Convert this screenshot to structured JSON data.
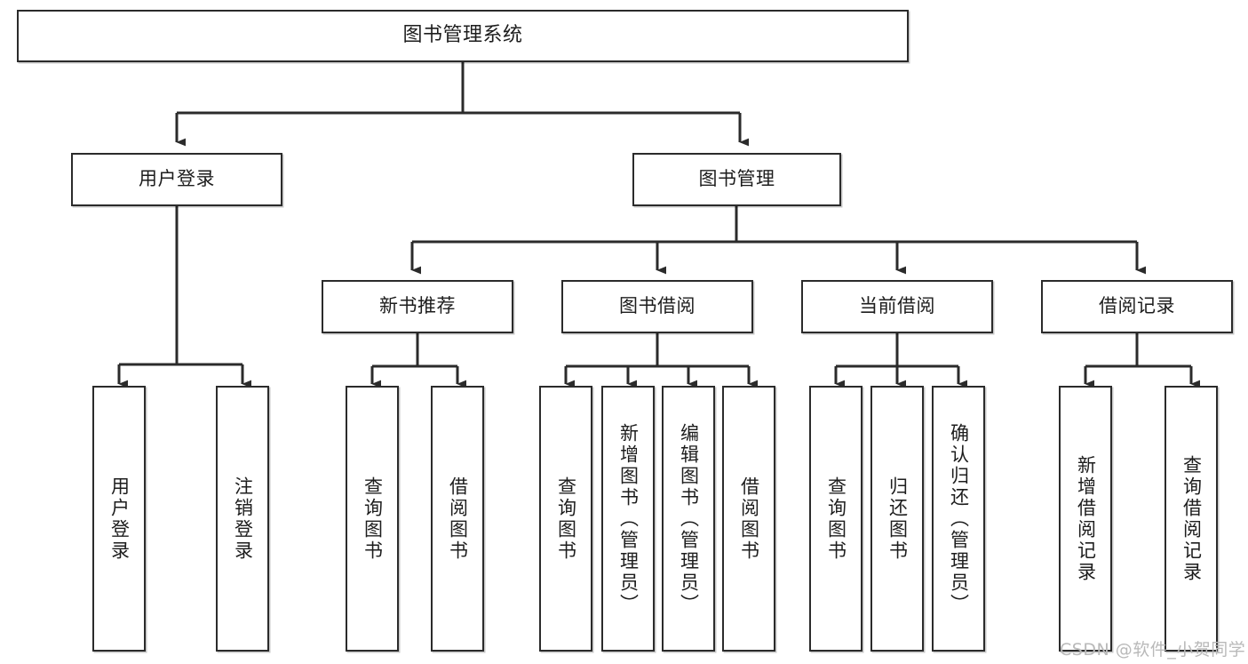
{
  "diagram": {
    "type": "tree-hierarchy",
    "title": "图书管理系统",
    "watermark": "CSDN @软件_小贺同学",
    "colors": {
      "box_stroke": "#2b2b2b",
      "box_fill": "#ffffff",
      "connector": "#2b2b2b",
      "background": "#ffffff",
      "watermark": "#b9b9b9"
    },
    "nodes": {
      "root": {
        "label": "图书管理系统"
      },
      "level2": [
        {
          "label": "用户登录"
        },
        {
          "label": "图书管理"
        }
      ],
      "level3": [
        {
          "label": "新书推荐"
        },
        {
          "label": "图书借阅"
        },
        {
          "label": "当前借阅"
        },
        {
          "label": "借阅记录"
        }
      ],
      "leaves_user_login": [
        {
          "label": "用户登录"
        },
        {
          "label": "注销登录"
        }
      ],
      "leaves_new_book": [
        {
          "label": "查询图书"
        },
        {
          "label": "借阅图书"
        }
      ],
      "leaves_borrow": [
        {
          "label": "查询图书"
        },
        {
          "label": "新增图书（管理员）"
        },
        {
          "label": "编辑图书（管理员）"
        },
        {
          "label": "借阅图书"
        }
      ],
      "leaves_current": [
        {
          "label": "查询图书"
        },
        {
          "label": "归还图书"
        },
        {
          "label": "确认归还（管理员）"
        }
      ],
      "leaves_records": [
        {
          "label": "新增借阅记录"
        },
        {
          "label": "查询借阅记录"
        }
      ]
    }
  }
}
